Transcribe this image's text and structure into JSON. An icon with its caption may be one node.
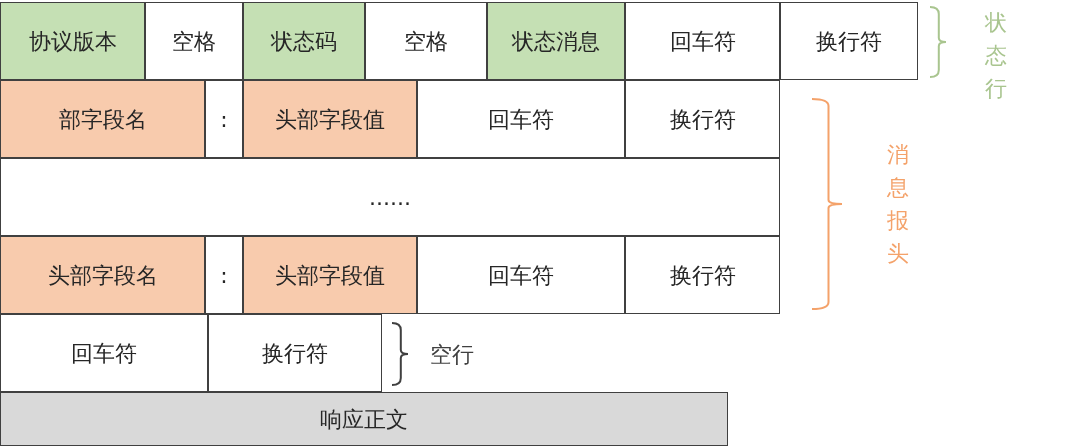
{
  "diagram": {
    "nodes": [
      {
        "text": [
          "协议版本"
        ]
      },
      {
        "text": [
          "空格"
        ]
      },
      {
        "text": [
          "状态码"
        ]
      },
      {
        "text": [
          "空格"
        ]
      },
      {
        "text": [
          "状态消息"
        ]
      },
      {
        "text": [
          "回车符"
        ]
      },
      {
        "text": [
          "换行符"
        ]
      },
      {
        "text": [
          "部字段名"
        ]
      },
      {
        "text": [
          ":"
        ]
      },
      {
        "text": [
          "头部字段值"
        ]
      },
      {
        "text": [
          "回车符"
        ]
      },
      {
        "text": [
          "换行符"
        ]
      },
      {
        "text": [
          "......"
        ]
      },
      {
        "text": [
          "头部字段名"
        ]
      },
      {
        "text": [
          ":"
        ]
      },
      {
        "text": [
          "头部字段值"
        ]
      },
      {
        "text": [
          "回车符"
        ]
      },
      {
        "text": [
          "换行符"
        ]
      },
      {
        "text": [
          "回车符"
        ]
      },
      {
        "text": [
          "换行符"
        ]
      },
      {
        "text": [
          "响应正文"
        ]
      }
    ],
    "labels": [
      "状态行",
      "消息报头",
      "空行"
    ]
  }
}
